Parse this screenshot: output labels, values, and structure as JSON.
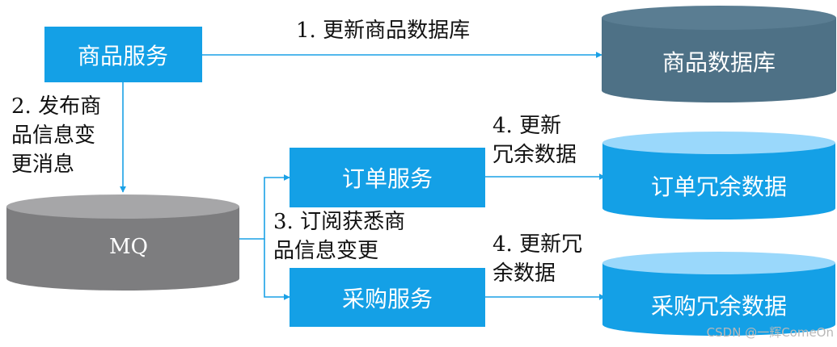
{
  "colors": {
    "service": "#14a0e6",
    "product_db": "#4e7186",
    "product_db_top": "#5a7d92",
    "redundant_db": "#14a0e6",
    "redundant_db_top": "#9ad8fb",
    "mq": "#7d7d7f",
    "mq_top": "#a6a6a8",
    "arrow": "#1aa1e6"
  },
  "nodes": {
    "product_service": "商品服务",
    "order_service": "订单服务",
    "purchase_service": "采购服务",
    "product_db": "商品数据库",
    "order_redundant_db": "订单冗余数据",
    "purchase_redundant_db": "采购冗余数据",
    "mq": "MQ"
  },
  "edges": {
    "step1": "1. 更新商品数据库",
    "step2": [
      "2. 发布商",
      "品信息变",
      "更消息"
    ],
    "step3": [
      "3. 订阅获悉商",
      "品信息变更"
    ],
    "step4_order": [
      "4. 更新",
      "冗余数据"
    ],
    "step4_purchase": [
      "4. 更新冗",
      "余数据"
    ]
  },
  "watermark": "CSDN @一辉ComeOn"
}
